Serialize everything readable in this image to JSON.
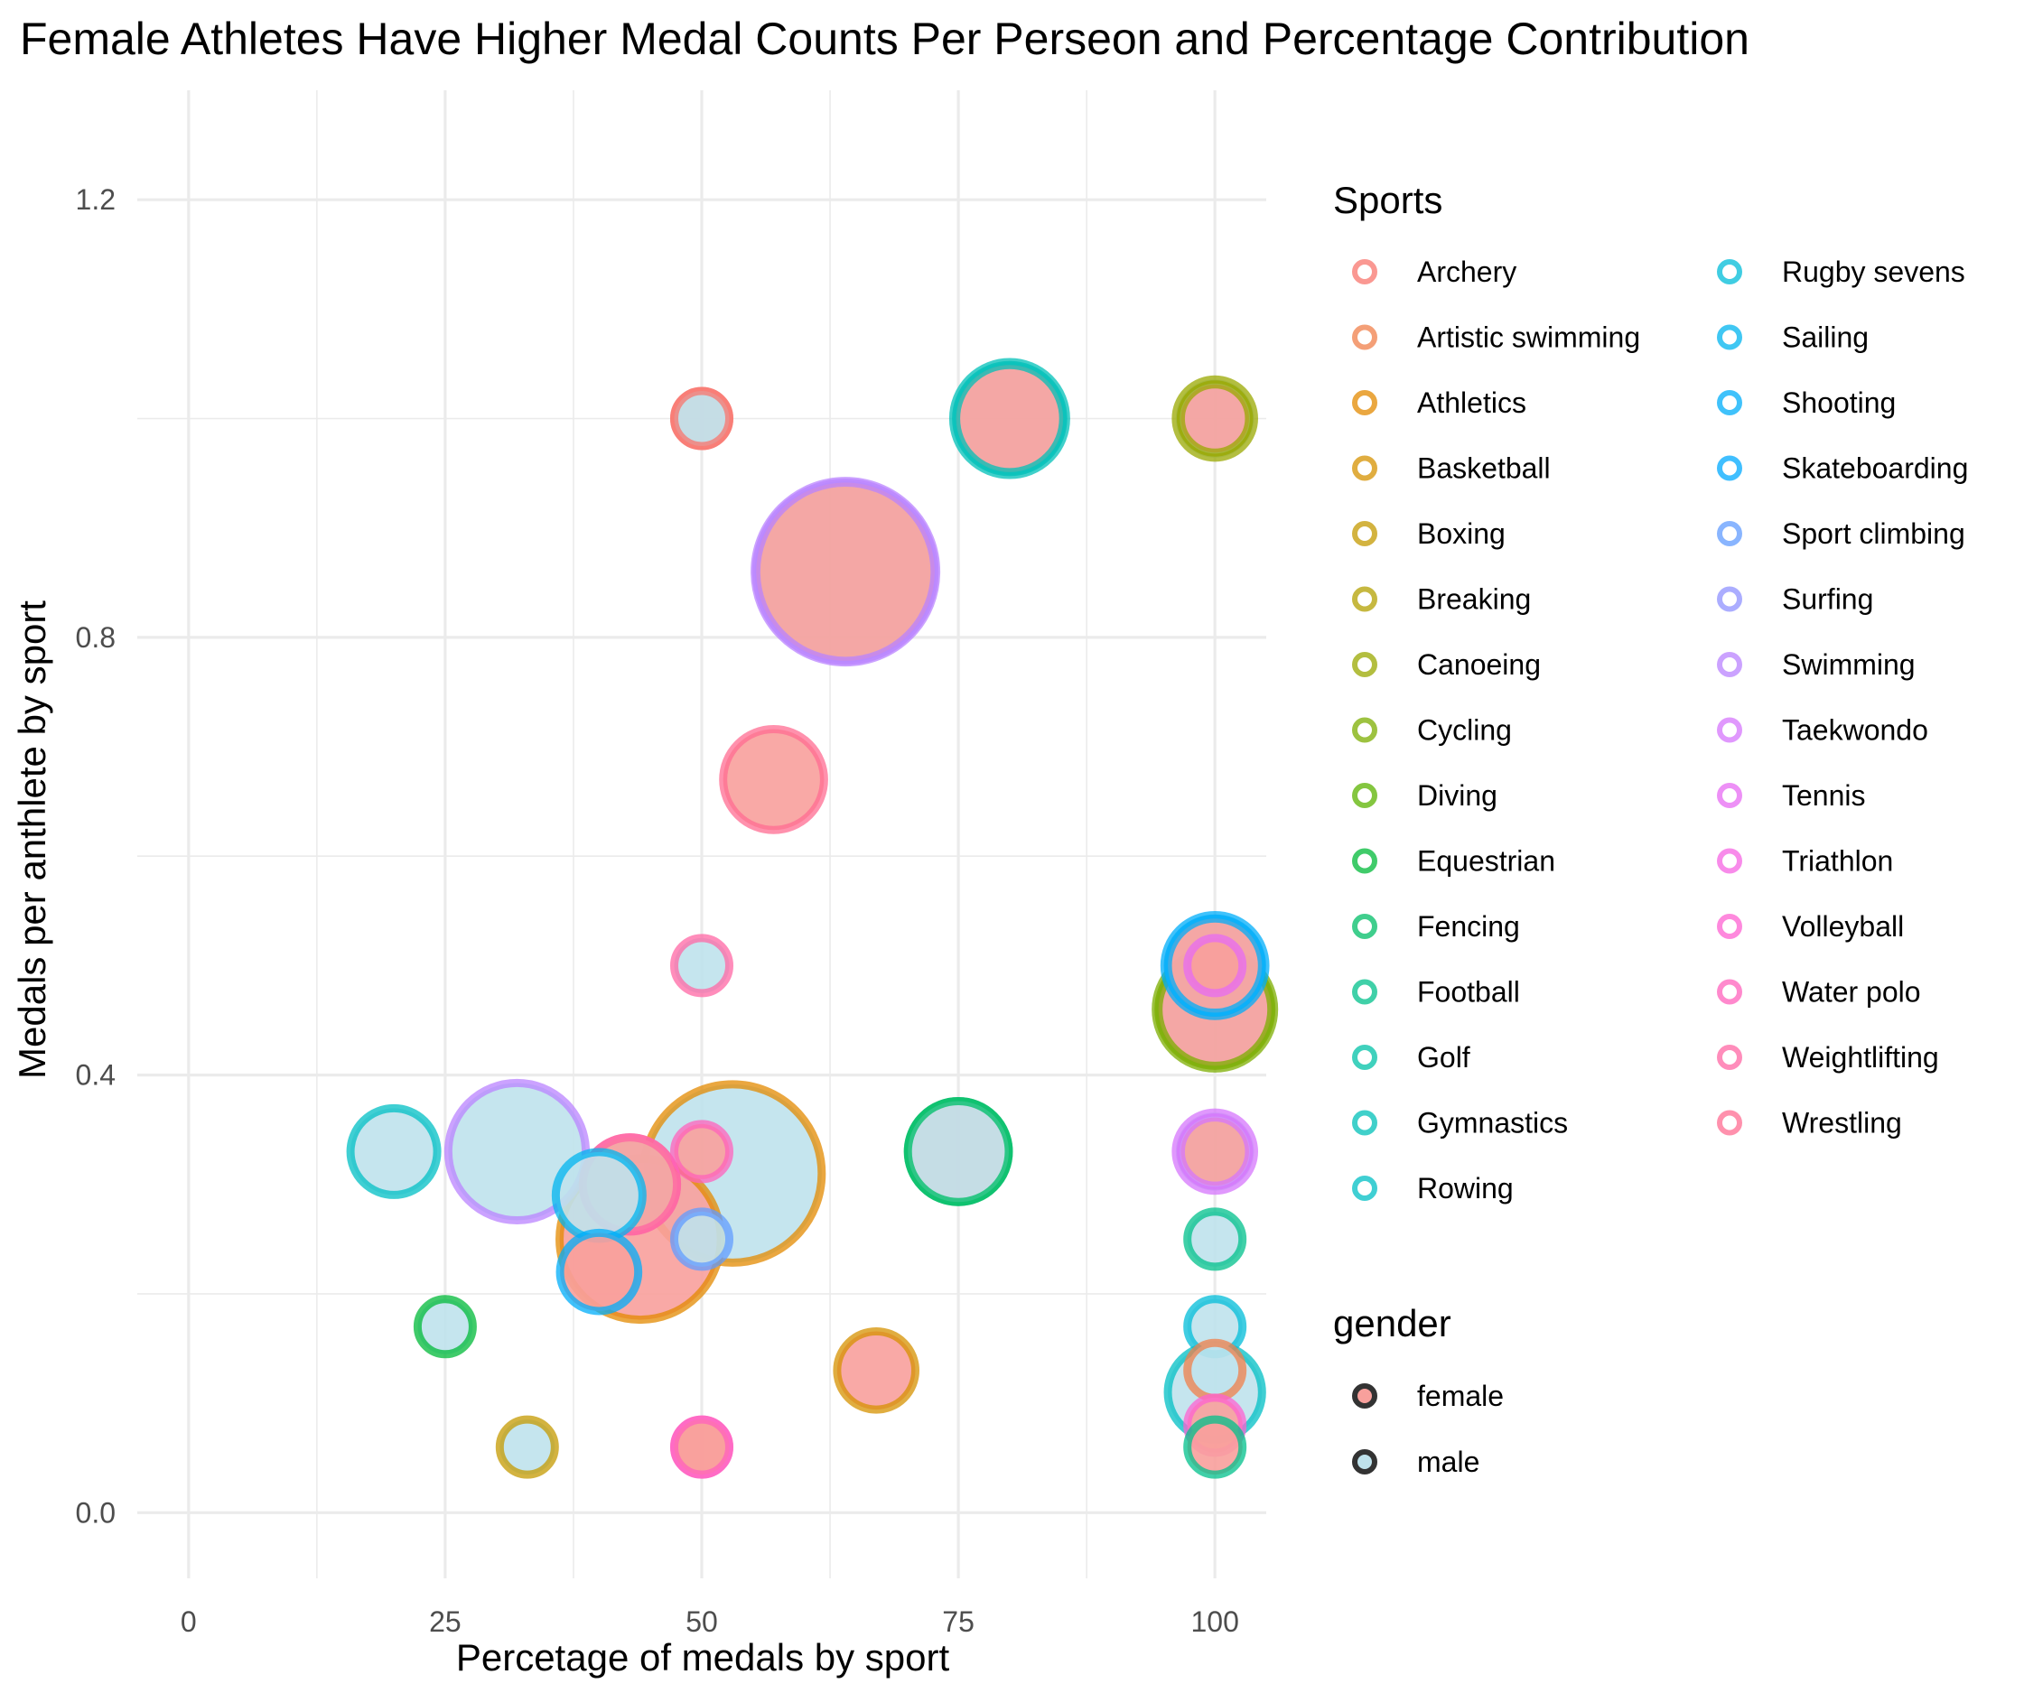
{
  "chart_data": {
    "type": "scatter",
    "title": "Female Athletes Have Higher Medal Counts Per Perseon and Percentage Contribution",
    "xlabel": "Percetage of medals by sport",
    "ylabel": "Medals per anthlete by sport",
    "xlim": [
      -5,
      105
    ],
    "ylim": [
      -0.06,
      1.3
    ],
    "x_ticks": [
      0,
      25,
      50,
      75,
      100
    ],
    "x_tick_labels": [
      "0",
      "25",
      "50",
      "75",
      "100"
    ],
    "y_ticks": [
      0.0,
      0.4,
      0.8,
      1.2
    ],
    "y_tick_labels": [
      "0.0",
      "0.4",
      "0.8",
      "1.2"
    ],
    "grid": true,
    "size_encoding": "number of medals (no size legend shown)",
    "gender_legend_title": "gender",
    "gender_legend": [
      {
        "label": "female",
        "fill": "#f8a09c"
      },
      {
        "label": "male",
        "fill": "#bfe2ec"
      }
    ],
    "sports_legend_title": "Sports",
    "sports": [
      {
        "name": "Archery",
        "color": "#f8766d"
      },
      {
        "name": "Artistic swimming",
        "color": "#f07f4a"
      },
      {
        "name": "Athletics",
        "color": "#e38900"
      },
      {
        "name": "Basketball",
        "color": "#d59100"
      },
      {
        "name": "Boxing",
        "color": "#c49a00"
      },
      {
        "name": "Breaking",
        "color": "#b3a000"
      },
      {
        "name": "Canoeing",
        "color": "#99a800"
      },
      {
        "name": "Cycling",
        "color": "#7cae00"
      },
      {
        "name": "Diving",
        "color": "#5bb300"
      },
      {
        "name": "Equestrian",
        "color": "#00ba38"
      },
      {
        "name": "Fencing",
        "color": "#00be67"
      },
      {
        "name": "Football",
        "color": "#00c08b"
      },
      {
        "name": "Golf",
        "color": "#00c1a7"
      },
      {
        "name": "Gymnastics",
        "color": "#00c0b8"
      },
      {
        "name": "Rowing",
        "color": "#00bfc4"
      },
      {
        "name": "Rugby sevens",
        "color": "#00bcd8"
      },
      {
        "name": "Sailing",
        "color": "#00b4ef"
      },
      {
        "name": "Shooting",
        "color": "#00aefa"
      },
      {
        "name": "Skateboarding",
        "color": "#00a9ff"
      },
      {
        "name": "Sport climbing",
        "color": "#619cff"
      },
      {
        "name": "Surfing",
        "color": "#8f91ff"
      },
      {
        "name": "Swimming",
        "color": "#b983ff"
      },
      {
        "name": "Taekwondo",
        "color": "#d675fc"
      },
      {
        "name": "Tennis",
        "color": "#e76bf3"
      },
      {
        "name": "Triathlon",
        "color": "#f564e3"
      },
      {
        "name": "Volleyball",
        "color": "#fd61d1"
      },
      {
        "name": "Water polo",
        "color": "#ff62bc"
      },
      {
        "name": "Weightlifting",
        "color": "#ff67a4"
      },
      {
        "name": "Wrestling",
        "color": "#ff6c91"
      }
    ],
    "points": [
      {
        "sport": "Archery",
        "gender": "female",
        "x": 50,
        "y": 1.0,
        "medals": 1
      },
      {
        "sport": "Archery",
        "gender": "male",
        "x": 50,
        "y": 1.0,
        "medals": 1
      },
      {
        "sport": "Gymnastics",
        "gender": "male",
        "x": 80,
        "y": 1.0,
        "medals": 8
      },
      {
        "sport": "Gymnastics",
        "gender": "female",
        "x": 80,
        "y": 1.0,
        "medals": 7
      },
      {
        "sport": "Canoeing",
        "gender": "male",
        "x": 100,
        "y": 1.0,
        "medals": 3
      },
      {
        "sport": "Canoeing",
        "gender": "female",
        "x": 100,
        "y": 1.0,
        "medals": 2
      },
      {
        "sport": "Swimming",
        "gender": "male",
        "x": 64,
        "y": 0.86,
        "medals": 25
      },
      {
        "sport": "Swimming",
        "gender": "female",
        "x": 64,
        "y": 0.86,
        "medals": 24
      },
      {
        "sport": "Wrestling",
        "gender": "female",
        "x": 57,
        "y": 0.67,
        "medals": 6
      },
      {
        "sport": "Weightlifting",
        "gender": "male",
        "x": 50,
        "y": 0.5,
        "medals": 1
      },
      {
        "sport": "Cycling",
        "gender": "male",
        "x": 100,
        "y": 0.46,
        "medals": 9
      },
      {
        "sport": "Cycling",
        "gender": "female",
        "x": 100,
        "y": 0.46,
        "medals": 8
      },
      {
        "sport": "Shooting",
        "gender": "male",
        "x": 100,
        "y": 0.5,
        "medals": 6
      },
      {
        "sport": "Shooting",
        "gender": "female",
        "x": 100,
        "y": 0.5,
        "medals": 5
      },
      {
        "sport": "Tennis",
        "gender": "female",
        "x": 100,
        "y": 0.5,
        "medals": 1
      },
      {
        "sport": "Rowing",
        "gender": "male",
        "x": 20,
        "y": 0.33,
        "medals": 4
      },
      {
        "sport": "Swimming",
        "gender": "male",
        "x": 32,
        "y": 0.33,
        "medals": 13
      },
      {
        "sport": "Athletics",
        "gender": "male",
        "x": 53,
        "y": 0.31,
        "medals": 24
      },
      {
        "sport": "Athletics",
        "gender": "female",
        "x": 44,
        "y": 0.25,
        "medals": 19
      },
      {
        "sport": "Sailing",
        "gender": "male",
        "x": 40,
        "y": 0.29,
        "medals": 4
      },
      {
        "sport": "Weightlifting",
        "gender": "male",
        "x": 43,
        "y": 0.3,
        "medals": 5
      },
      {
        "sport": "Weightlifting",
        "gender": "female",
        "x": 43,
        "y": 0.3,
        "medals": 5
      },
      {
        "sport": "Water polo",
        "gender": "female",
        "x": 50,
        "y": 0.33,
        "medals": 1
      },
      {
        "sport": "Fencing",
        "gender": "female",
        "x": 75,
        "y": 0.33,
        "medals": 6
      },
      {
        "sport": "Fencing",
        "gender": "male",
        "x": 75,
        "y": 0.33,
        "medals": 6
      },
      {
        "sport": "Taekwondo",
        "gender": "male",
        "x": 100,
        "y": 0.33,
        "medals": 3
      },
      {
        "sport": "Taekwondo",
        "gender": "female",
        "x": 100,
        "y": 0.33,
        "medals": 2
      },
      {
        "sport": "Shooting",
        "gender": "female",
        "x": 40,
        "y": 0.22,
        "medals": 3
      },
      {
        "sport": "Sport climbing",
        "gender": "male",
        "x": 50,
        "y": 0.25,
        "medals": 1
      },
      {
        "sport": "Football",
        "gender": "male",
        "x": 100,
        "y": 0.25,
        "medals": 1
      },
      {
        "sport": "Equestrian",
        "gender": "male",
        "x": 25,
        "y": 0.17,
        "medals": 1
      },
      {
        "sport": "Basketball",
        "gender": "female",
        "x": 67,
        "y": 0.13,
        "medals": 3
      },
      {
        "sport": "Rugby sevens",
        "gender": "male",
        "x": 100,
        "y": 0.17,
        "medals": 1
      },
      {
        "sport": "Rowing",
        "gender": "male",
        "x": 100,
        "y": 0.11,
        "medals": 5
      },
      {
        "sport": "Artistic swimming",
        "gender": "male",
        "x": 100,
        "y": 0.13,
        "medals": 1
      },
      {
        "sport": "Volleyball",
        "gender": "female",
        "x": 100,
        "y": 0.08,
        "medals": 1
      },
      {
        "sport": "Football",
        "gender": "female",
        "x": 100,
        "y": 0.06,
        "medals": 1
      },
      {
        "sport": "Boxing",
        "gender": "male",
        "x": 33,
        "y": 0.06,
        "medals": 1
      },
      {
        "sport": "Volleyball",
        "gender": "female",
        "x": 50,
        "y": 0.06,
        "medals": 1
      },
      {
        "sport": "Water polo",
        "gender": "female",
        "x": 50,
        "y": 0.06,
        "medals": 1
      }
    ]
  }
}
